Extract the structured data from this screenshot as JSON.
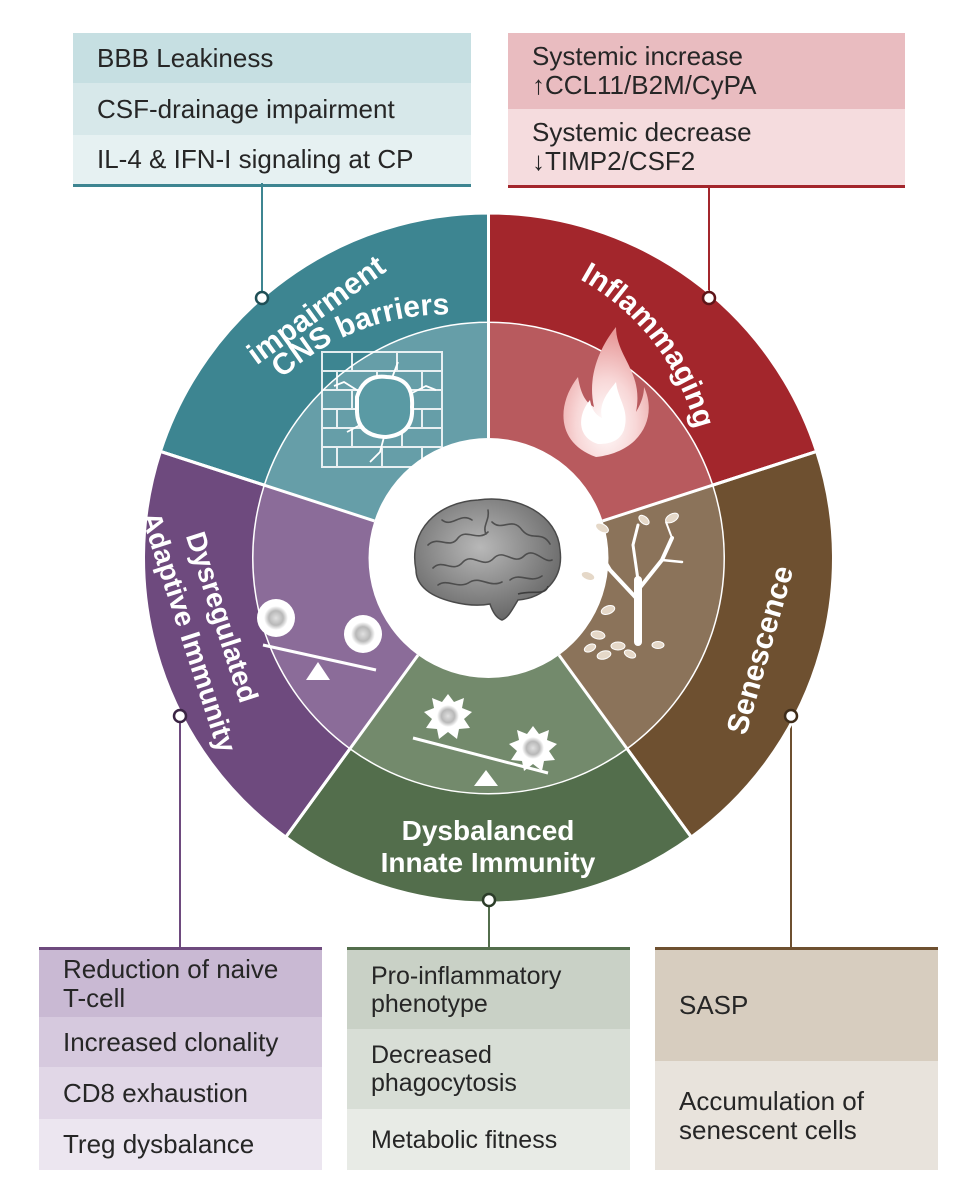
{
  "colors": {
    "teal": "#3d8591",
    "red": "#a3262c",
    "brown": "#6e5030",
    "green": "#536e4c",
    "purple": "#6e4a7e"
  },
  "segments": {
    "cns": {
      "label_line1": "CNS barriers",
      "label_line2": "impairment",
      "icon": "cracked-brick-wall-icon"
    },
    "inflammaging": {
      "label": "Inflammaging",
      "icon": "flame-icon"
    },
    "senescence": {
      "label": "Senescence",
      "icon": "bare-tree-falling-leaves-icon"
    },
    "innate": {
      "label_line1": "Dysbalanced",
      "label_line2": "Innate Immunity",
      "icon": "imbalanced-myeloid-cells-scale-icon"
    },
    "adaptive": {
      "label_line1": "Dysregulated",
      "label_line2": "Adaptive Immunity",
      "icon": "imbalanced-lymphocytes-scale-icon"
    },
    "center": {
      "icon": "brain-icon"
    }
  },
  "boxes": {
    "cns": [
      "BBB Leakiness",
      "CSF-drainage impairment",
      "IL-4 & IFN-I signaling at CP"
    ],
    "inflammaging": [
      "Systemic increase\n↑CCL11/B2M/CyPA",
      "Systemic decrease\n↓TIMP2/CSF2"
    ],
    "adaptive": [
      "Reduction of naive\nT-cell",
      "Increased clonality",
      "CD8 exhaustion",
      "Treg dysbalance"
    ],
    "innate": [
      "Pro-inflammatory\nphenotype",
      "Decreased\nphagocytosis",
      "Metabolic fitness"
    ],
    "senescence": [
      "SASP",
      "Accumulation of\nsenescent cells"
    ]
  }
}
